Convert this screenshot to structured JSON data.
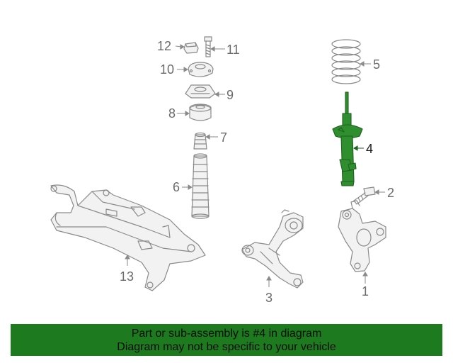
{
  "callouts": {
    "c1": "1",
    "c2": "2",
    "c3": "3",
    "c4": "4",
    "c5": "5",
    "c6": "6",
    "c7": "7",
    "c8": "8",
    "c9": "9",
    "c10": "10",
    "c11": "11",
    "c12": "12",
    "c13": "13"
  },
  "banner": {
    "line1": "Part or sub-assembly is #4 in diagram",
    "line2": "Diagram may not be specific to your vehicle"
  },
  "colors": {
    "highlight": "#2f8f2f",
    "banner_bg": "#1e7a1e",
    "line": "#8a8a8a",
    "callout_text": "#6b6b6b"
  }
}
